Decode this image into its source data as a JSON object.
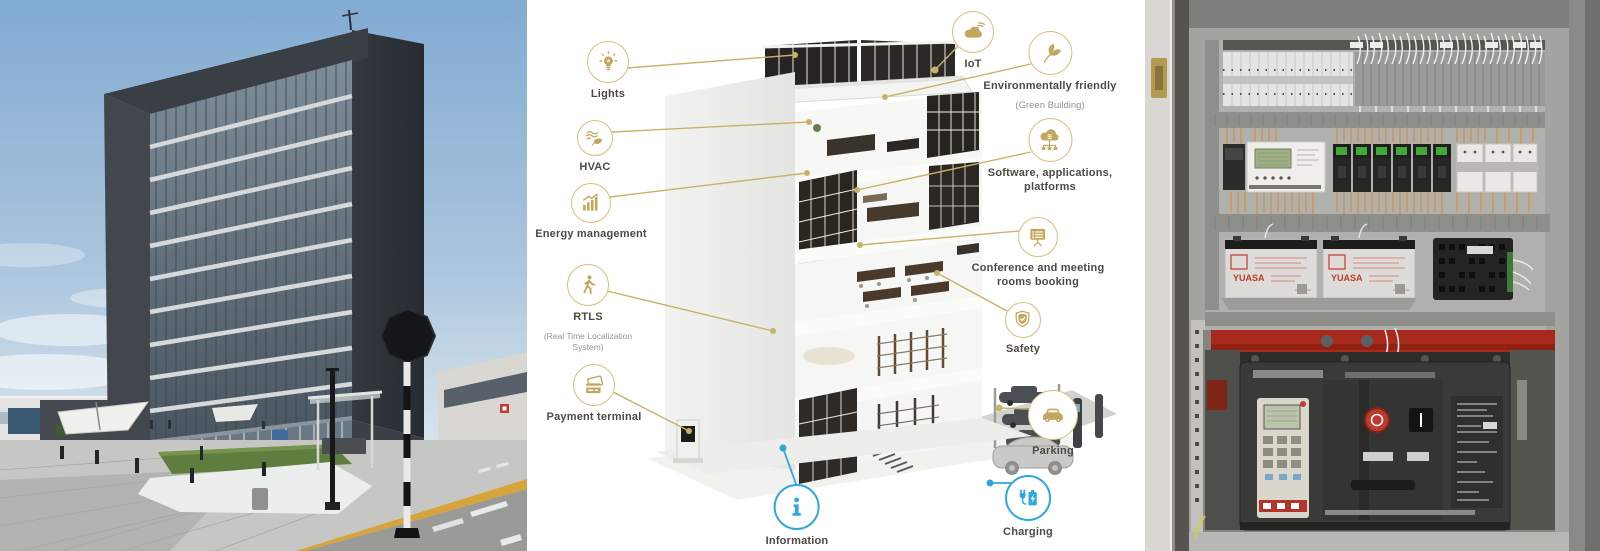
{
  "infographic": {
    "items": {
      "lights": {
        "label": "Lights",
        "icon": "lightbulb-icon"
      },
      "hvac": {
        "label": "HVAC",
        "icon": "airflow-leaf-icon"
      },
      "energy": {
        "label": "Energy management",
        "icon": "bar-chart-growth-icon"
      },
      "rtls": {
        "label": "RTLS",
        "sublabel": "(Real Time Localization System)",
        "icon": "walking-person-icon"
      },
      "payment": {
        "label": "Payment terminal",
        "icon": "credit-card-icon"
      },
      "iot": {
        "label": "IoT",
        "icon": "cloud-wifi-icon"
      },
      "eco": {
        "label": "Environmentally friendly",
        "sublabel": "(Green Building)",
        "icon": "green-leaves-icon"
      },
      "software": {
        "label": "Software, applications, platforms",
        "icon": "cloud-network-icon"
      },
      "conference": {
        "label": "Conference and meeting rooms booking",
        "icon": "presentation-checklist-icon"
      },
      "safety": {
        "label": "Safety",
        "icon": "shield-check-icon"
      },
      "parking": {
        "label": "Parking",
        "icon": "car-icon"
      },
      "charging": {
        "label": "Charging",
        "icon": "ev-charging-icon"
      },
      "information": {
        "label": "Information",
        "icon": "information-icon"
      }
    },
    "colors": {
      "gold": "#c2a75e",
      "blue": "#2ea7df",
      "label": "#4c4a43",
      "sublabel": "#97948b"
    }
  },
  "right_photo": {
    "battery_label": "YUASA"
  }
}
